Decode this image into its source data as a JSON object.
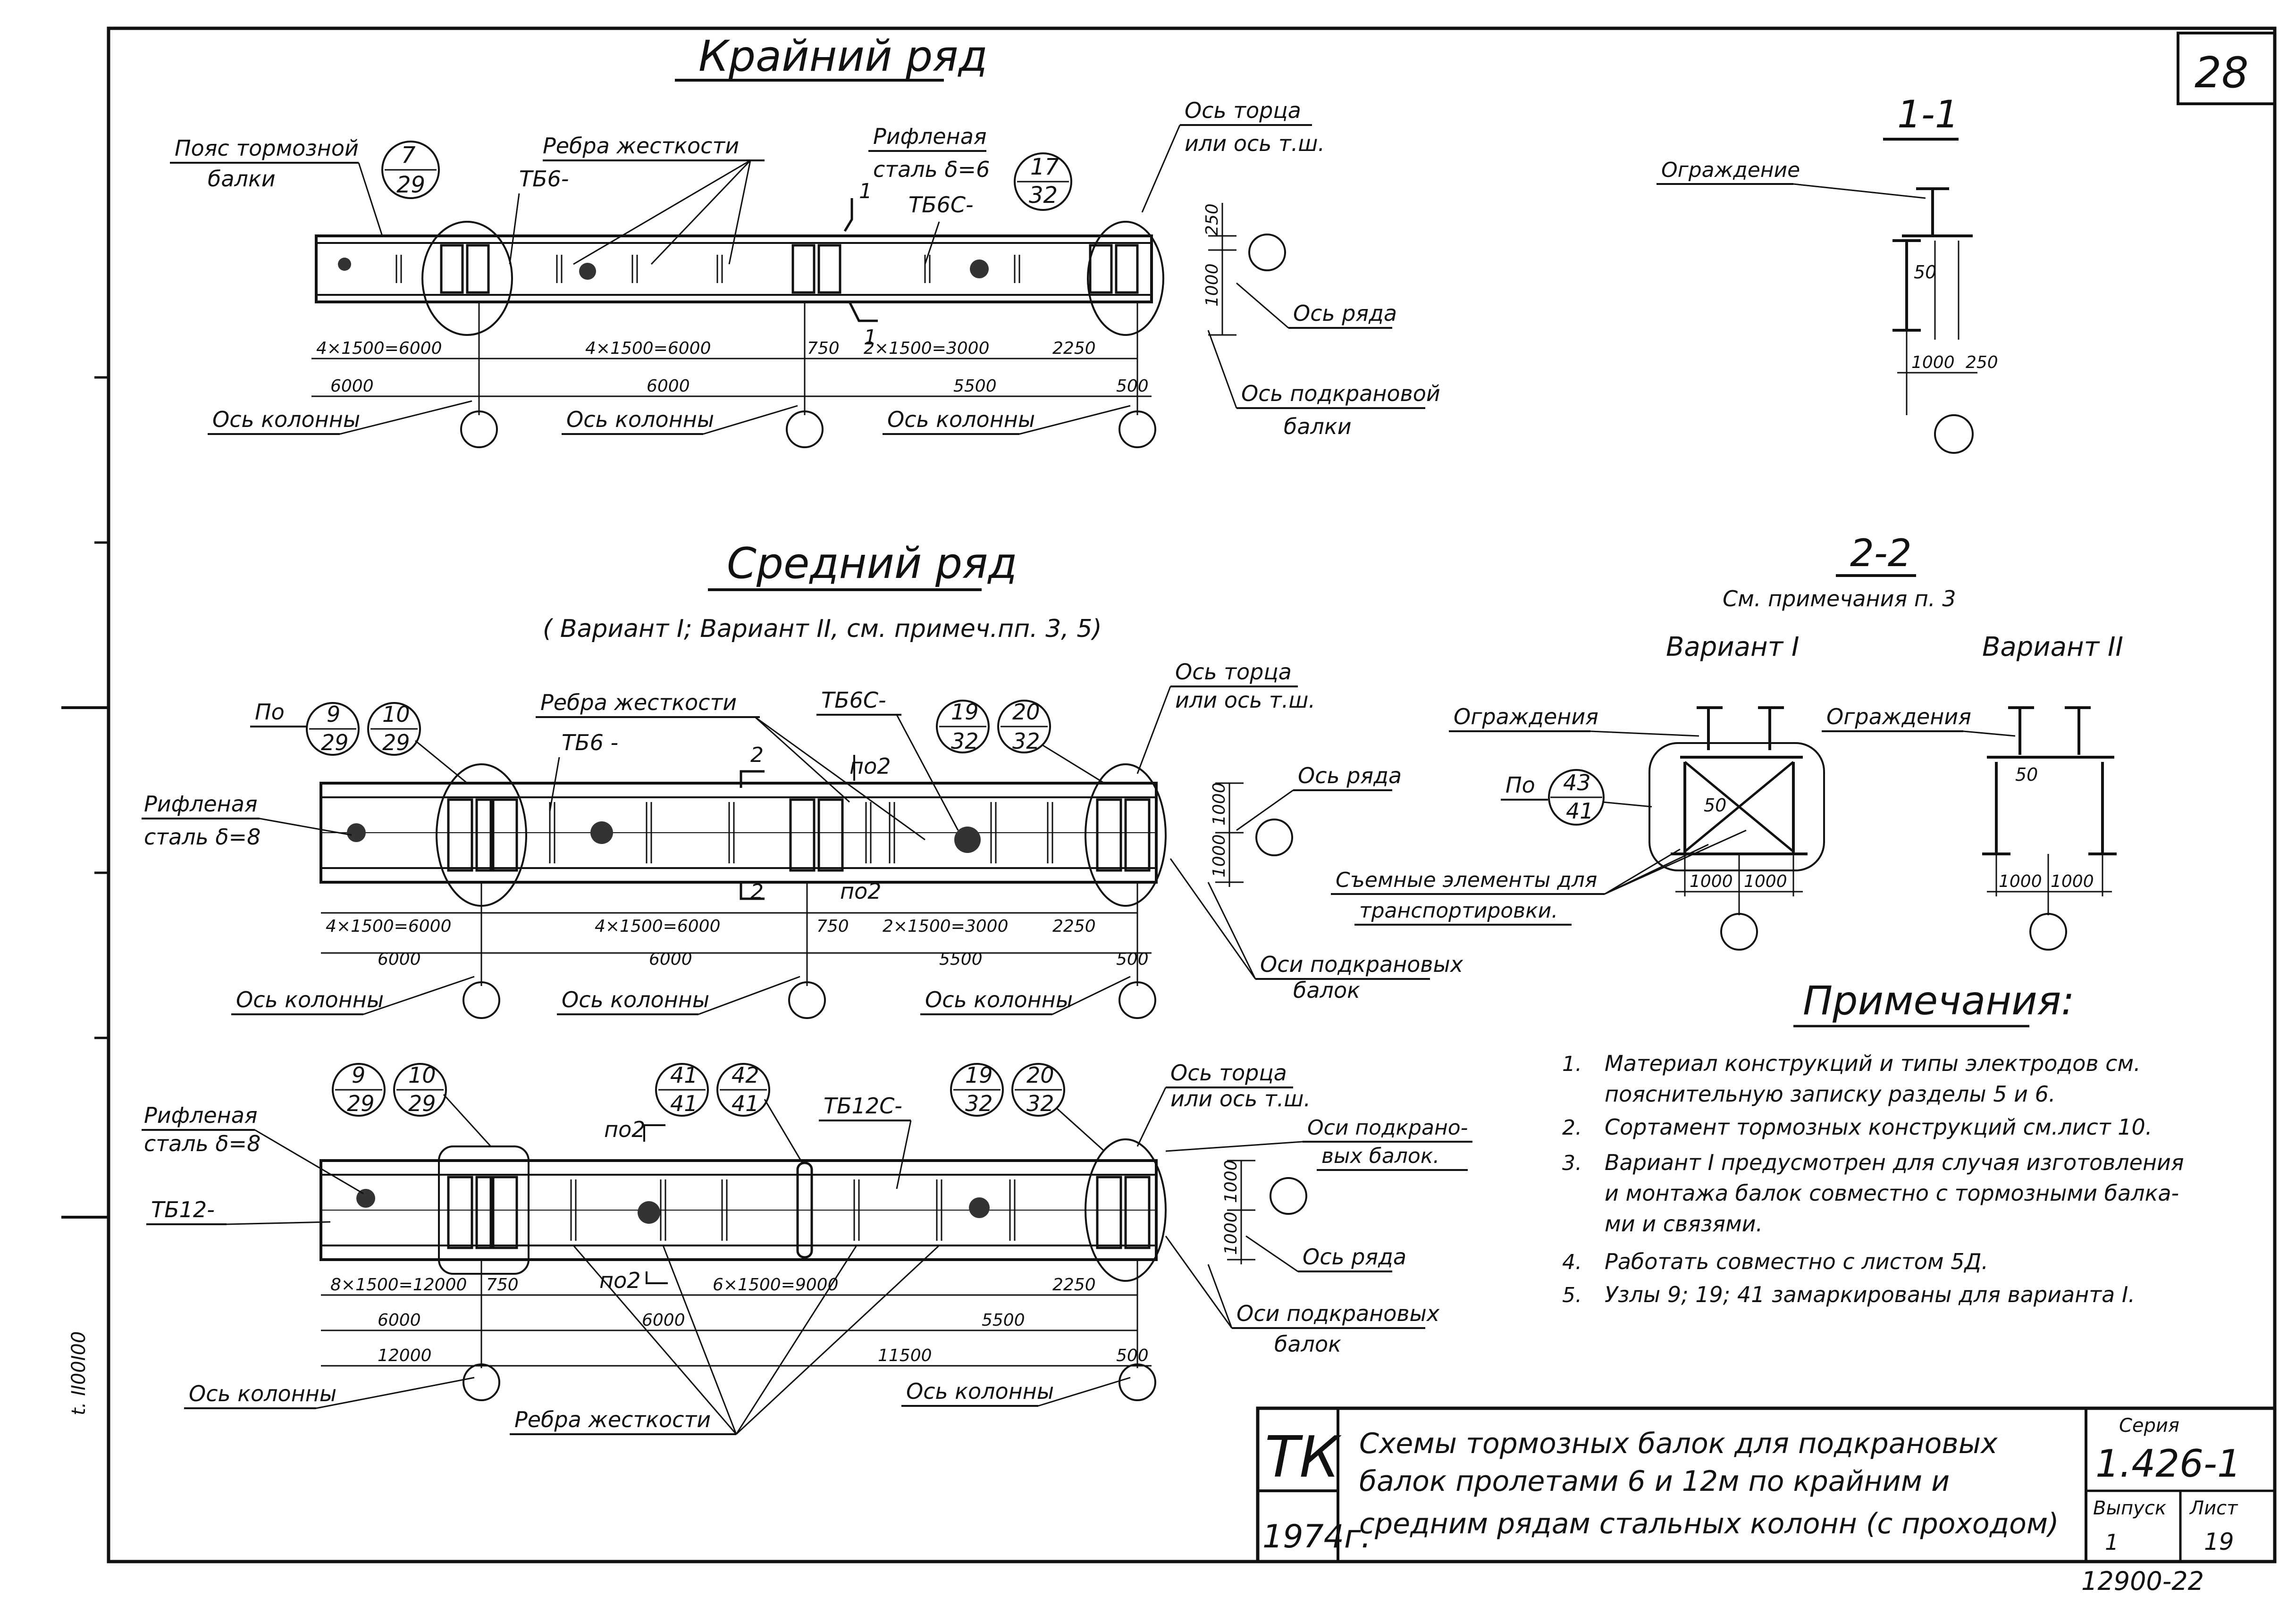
{
  "sheet": {
    "number": "28",
    "bottom_stamp": "12900-22",
    "margin_mark": "t. II00I00"
  },
  "edge_row": {
    "title": "Крайний ряд",
    "labels": {
      "belt": "Пояс тормозной",
      "belt2": "балки",
      "ribs": "Ребра жесткости",
      "tb6": "ТБ6-",
      "plate": "Рифленая",
      "plate2": "сталь δ=6",
      "tb6c": "ТБ6С-",
      "end_axis": "Ось торца",
      "end_axis2": "или ось т.ш.",
      "row_axis": "Ось ряда",
      "crane_axis": "Ось подкрановой",
      "crane_axis2": "балки",
      "col_axis_1": "Ось колонны",
      "col_axis_2": "Ось колонны",
      "col_axis_3": "Ось колонны",
      "sec_a": "1",
      "sec_b": "1"
    },
    "nodes": [
      {
        "top": "7",
        "bottom": "29"
      },
      {
        "top": "17",
        "bottom": "32"
      }
    ],
    "dims_top": [
      "4×1500=6000",
      "4×1500=6000",
      "750",
      "2×1500=3000",
      "2250"
    ],
    "dims_bottom": [
      "6000",
      "6000",
      "5500",
      "500"
    ],
    "dims_right": [
      "250",
      "1000"
    ]
  },
  "section_1_1": {
    "title": "1-1",
    "fence": "Ограждение",
    "gap": "50",
    "dim_a": "1000",
    "dim_b": "250"
  },
  "mid_row": {
    "title": "Средний ряд",
    "subtitle": "( Вариант I;  Вариант II, см. примеч.пп. 3, 5)",
    "labels": {
      "po": "По",
      "ribs": "Ребра жесткости",
      "tb6": "ТБ6 -",
      "tb6c": "ТБ6С-",
      "plate": "Рифленая",
      "plate2": "сталь δ=8",
      "sec_top": "2",
      "sec_top_po": "по2",
      "sec_bot": "2",
      "sec_bot_po": "по2",
      "end_axis": "Ось торца",
      "end_axis2": "или ось т.ш.",
      "row_axis": "Ось ряда",
      "crane_axes": "Оси подкрановых",
      "crane_axes2": "балок",
      "col_axis_1": "Ось колонны",
      "col_axis_2": "Ось колонны",
      "col_axis_3": "Ось колонны"
    },
    "nodes": [
      {
        "top": "9",
        "bottom": "29"
      },
      {
        "top": "10",
        "bottom": "29"
      },
      {
        "top": "19",
        "bottom": "32"
      },
      {
        "top": "20",
        "bottom": "32"
      }
    ],
    "dims_top": [
      "4×1500=6000",
      "4×1500=6000",
      "750",
      "2×1500=3000",
      "2250"
    ],
    "dims_bottom": [
      "6000",
      "6000",
      "5500",
      "500"
    ],
    "dims_right": [
      "1000",
      "1000"
    ]
  },
  "section_2_2": {
    "title": "2-2",
    "note": "См. примечания  п. 3",
    "variant1": "Вариант I",
    "variant2": "Вариант II",
    "fence1": "Ограждения",
    "fence2": "Ограждения",
    "po": "По",
    "node": {
      "top": "43",
      "bottom": "41"
    },
    "gap1": "50",
    "gap2": "50",
    "removable": "Съемные элементы для",
    "removable2": "транспортировки.",
    "dims_v1": [
      "1000",
      "1000"
    ],
    "dims_v2": [
      "1000",
      "1000"
    ]
  },
  "long_row": {
    "labels": {
      "plate": "Рифленая",
      "plate2": "сталь δ=8",
      "tb12": "ТБ12-",
      "tb12c": "ТБ12С-",
      "sec_top_po": "по2",
      "sec_bot_po": "по2",
      "end_axis": "Ось торца",
      "end_axis2": "или ось т.ш.",
      "crane_axes_top": "Оси подкрано-",
      "crane_axes_top2": "вых балок.",
      "row_axis": "Ось ряда",
      "crane_axes": "Оси подкрановых",
      "crane_axes2": "балок",
      "col_axis_1": "Ось колонны",
      "col_axis_2": "Ось колонны",
      "ribs": "Ребра жесткости"
    },
    "nodes": [
      {
        "top": "9",
        "bottom": "29"
      },
      {
        "top": "10",
        "bottom": "29"
      },
      {
        "top": "41",
        "bottom": "41"
      },
      {
        "top": "42",
        "bottom": "41"
      },
      {
        "top": "19",
        "bottom": "32"
      },
      {
        "top": "20",
        "bottom": "32"
      }
    ],
    "dims_top": [
      "8×1500=12000",
      "750",
      "6×1500=9000",
      "2250"
    ],
    "dims_mid": [
      "6000",
      "6000",
      "5500"
    ],
    "dims_bottom": [
      "12000",
      "11500",
      "500"
    ],
    "dims_right": [
      "1000",
      "1000"
    ]
  },
  "notes": {
    "title": "Примечания:",
    "items": [
      {
        "n": "1.",
        "lines": [
          "Материал конструкций и типы электродов см.",
          "пояснительную записку разделы 5 и 6."
        ]
      },
      {
        "n": "2.",
        "lines": [
          "Сортамент тормозных конструкций см.лист 10."
        ]
      },
      {
        "n": "3.",
        "lines": [
          "Вариант I предусмотрен для случая изготовления",
          "и монтажа балок совместно с тормозными балка-",
          "ми и связями."
        ]
      },
      {
        "n": "4.",
        "lines": [
          "Работать совместно с листом 5Д."
        ]
      },
      {
        "n": "5.",
        "lines": [
          "Узлы 9; 19; 41 замаркированы для варианта I."
        ]
      }
    ]
  },
  "title_block": {
    "org": "ТК",
    "year": "1974г.",
    "title_lines": [
      "Схемы  тормозных балок для подкрановых",
      "балок  пролетами 6 и 12м по крайним и",
      "средним рядам  стальных колонн (с проходом)"
    ],
    "series_label": "Серия",
    "series": "1.426-1",
    "issue_label": "Выпуск",
    "issue": "1",
    "sheet_label": "Лист",
    "sheet": "19"
  }
}
